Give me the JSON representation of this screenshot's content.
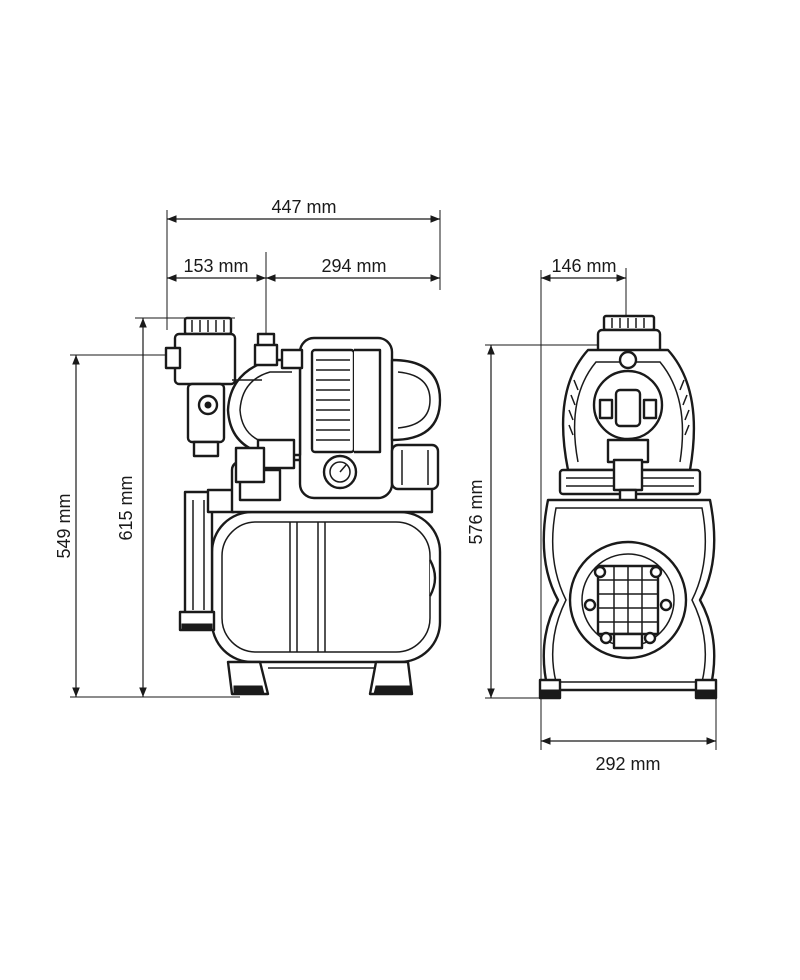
{
  "dimensions": {
    "total_width": "447 mm",
    "inlet_offset": "153 mm",
    "body_width": "294 mm",
    "height_inlet": "549 mm",
    "height_total": "615 mm",
    "side_height": "576 mm",
    "side_top_offset": "146 mm",
    "side_width": "292 mm"
  }
}
